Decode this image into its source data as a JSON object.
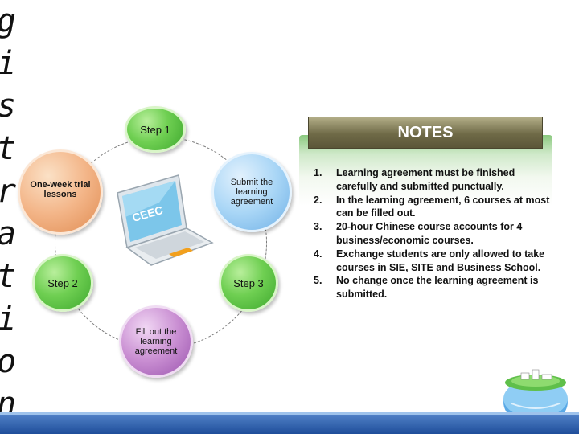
{
  "side_title": [
    "g",
    "i",
    "s",
    "t",
    "r",
    "a",
    "t",
    "i",
    "o",
    "n"
  ],
  "cycle": {
    "step1": "Step 1",
    "step2": "Step 2",
    "step3": "Step 3",
    "trial": "One-week trial lessons",
    "submit": "Submit the learning agreement",
    "fill": "Fill out the learning agreement",
    "laptop_label": "CEEC"
  },
  "notes": {
    "title": "NOTES",
    "items": [
      {
        "num": "1.",
        "text": "Learning agreement must be finished carefully and submitted punctually."
      },
      {
        "num": "2.",
        "text": "In the learning agreement, 6 courses at most can be filled out."
      },
      {
        "num": "3.",
        "text": "20-hour Chinese course accounts for 4 business/economic courses."
      },
      {
        "num": "4.",
        "text": "Exchange students are only allowed to take courses in SIE, SITE and Business School."
      },
      {
        "num": "5.",
        "text": "No change once the learning agreement is submitted."
      }
    ]
  },
  "colors": {
    "green": "#6fcf52",
    "orange": "#f3b588",
    "blue": "#a9d6f6",
    "purple": "#c98ed2",
    "notes_header": "#6f6a47"
  }
}
